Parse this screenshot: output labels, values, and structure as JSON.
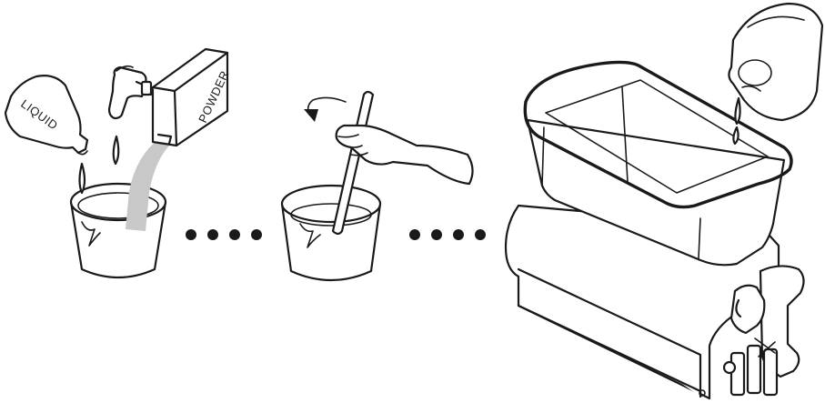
{
  "labels": {
    "liquid": "LIQUID",
    "powder": "POWDER"
  },
  "colors": {
    "line": "#1a1a1a",
    "background": "#ffffff",
    "powder_stream": "#c8c8c8"
  },
  "steps": [
    {
      "name": "mix-ingredients",
      "icons": [
        "liquid-bottle-icon",
        "water-tap-icon",
        "powder-box-icon",
        "bucket-icon"
      ]
    },
    {
      "name": "stir",
      "icons": [
        "stir-arrow-icon",
        "hand-icon",
        "stirring-stick-icon",
        "bucket-icon"
      ]
    },
    {
      "name": "pour-into-machine",
      "icons": [
        "pitcher-icon",
        "slush-machine-icon"
      ]
    }
  ],
  "connector_dots": 4
}
